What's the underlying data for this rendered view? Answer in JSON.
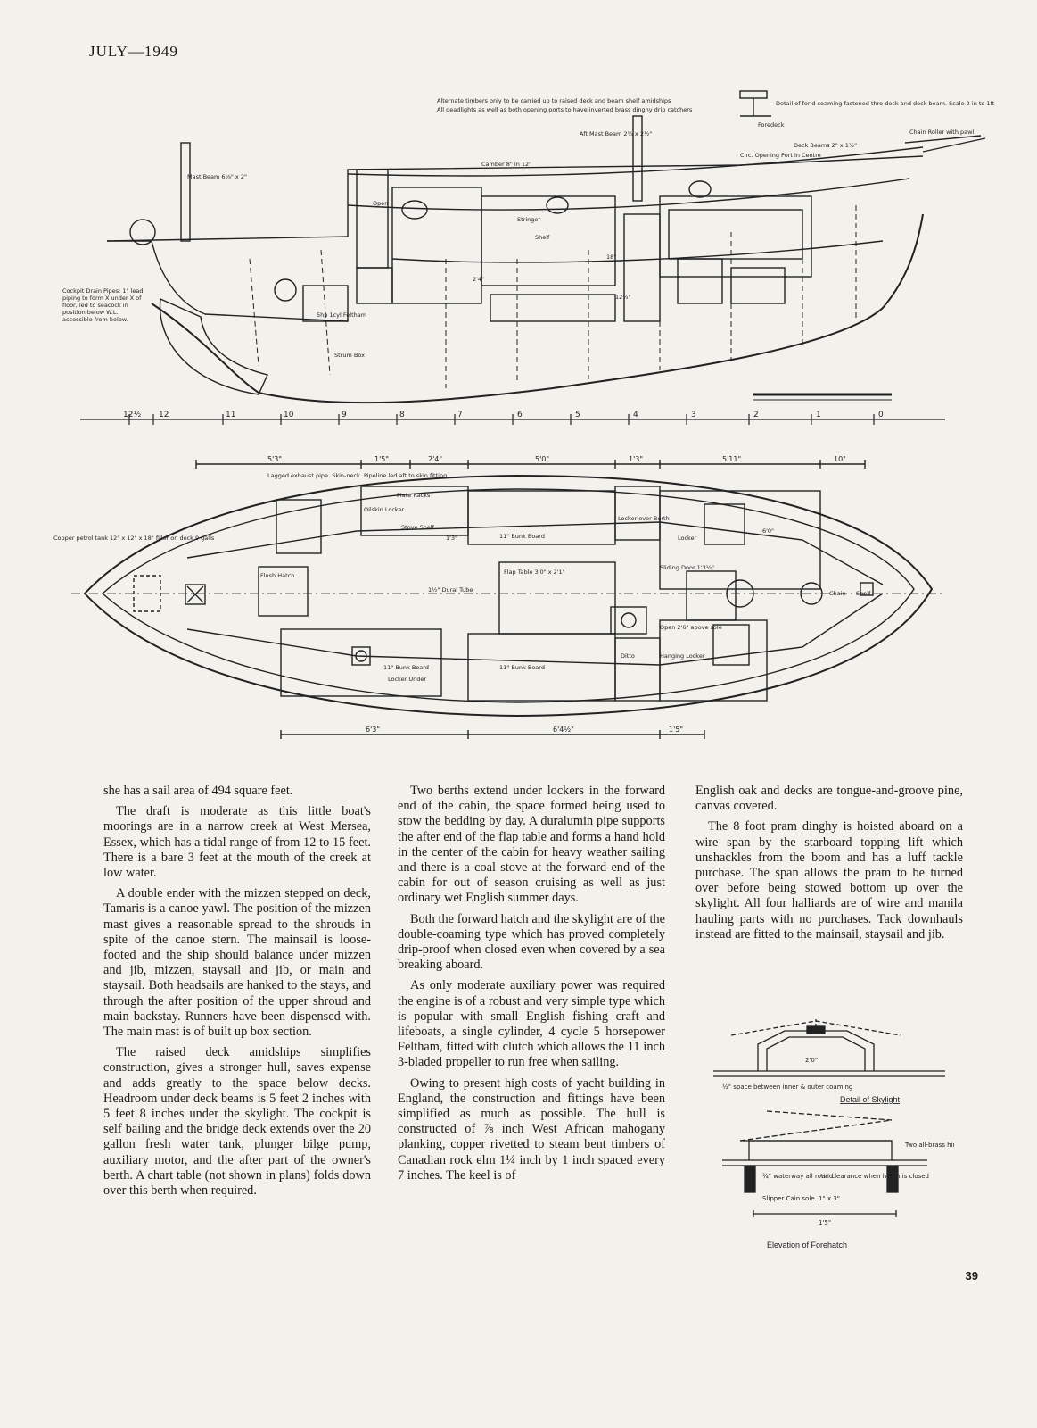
{
  "header": {
    "date": "JULY—1949"
  },
  "profile_drawing": {
    "note_a": "Alternate timbers only to be carried up to raised deck and beam shelf amidships",
    "note_b": "All deadlights as well as both opening ports to have inverted brass dinghy drip catchers",
    "labels": {
      "camber": "Camber 8\" in 12'",
      "mast_beam": "Mast Beam 6⅛\" x 2\"",
      "aft_mast_beam": "Aft Mast Beam 2¼ x 2½\"",
      "detail_ford": "Detail of for'd coaming fastened thro deck and deck beam. Scale 2 in to 1ft",
      "foredeck": "Foredeck",
      "chain_roller": "Chain Roller with pawl",
      "deck_beams": "Deck Beams 2\" x 1½\"",
      "opening_port": "Circ. Opening Port in Centre",
      "stringer": "Stringer",
      "shelf": "Shelf",
      "open": "Open",
      "feltham": "5hp 1cyl Feltham",
      "strum_box": "Strum Box",
      "cockpit_drain": "Cockpit Drain Pipes: 1\" lead piping to form X under X of floor, led to seacock in position below W.L., accessible from below.",
      "dim_2_4": "2'4\"",
      "dim_18": "18\"",
      "dim_12": "12¾\""
    },
    "station_labels": [
      "12½",
      "12",
      "11",
      "10",
      "9",
      "8",
      "7",
      "6",
      "5",
      "4",
      "3",
      "2",
      "1",
      "0"
    ]
  },
  "plan_drawing": {
    "dims_top": [
      "5'3\"",
      "1'5\"",
      "2'4\"",
      "5'0\"",
      "1'3\"",
      "5'11\"",
      "10\""
    ],
    "dims_bottom": [
      "6'3\"",
      "6'4½\"",
      "1'5\""
    ],
    "labels": {
      "exhaust": "Lagged exhaust pipe. Skin-neck. Pipeline led aft to skin fitting",
      "copper_tank": "Copper petrol tank 12\" x 12\" x 18\" filler on deck 9 galls",
      "oilskin": "Oilskin Locker",
      "plate_racks": "Plate Racks",
      "stove_shelf": "Stove Shelf",
      "bunk_board_top": "11\" Bunk Board",
      "bunk_board_bot1": "11\" Bunk Board",
      "bunk_board_bot2": "11\" Bunk Board",
      "locker_under": "Locker Under",
      "flush_hatch": "Flush Hatch",
      "flap_table": "Flap Table 3'0\" x 2'1\"",
      "dural_tube": "1½\" Dural Tube",
      "locker_over_berth": "Locker over Berth",
      "locker": "Locker",
      "sliding_door": "Sliding Door 1'3½\"",
      "chain": "Chain",
      "shelf": "Shelf",
      "ditto": "Ditto",
      "hanging_locker": "Hanging Locker",
      "open_above_sole": "Open 2'6\" above sole",
      "dim_6_0": "6'0\"",
      "dim_1_3": "1'3\""
    }
  },
  "skylight_drawing": {
    "caption": "Detail of Skylight",
    "note": "½\" space between inner & outer coaming",
    "dim": "2'0\""
  },
  "forehatch_drawing": {
    "caption": "Elevation of Forehatch",
    "two_hinges": "Two all-brass hinges",
    "waterway": "¾\" waterway all round",
    "clearance": "⅛\" clearance when hatch is closed",
    "slipper": "Slipper Cain sole. 1\" x 3\"",
    "dim": "1'5\""
  },
  "article": {
    "col1": [
      "she has a sail area of 494 square feet.",
      "The draft is moderate as this little boat's moorings are in a narrow creek at West Mersea, Essex, which has a tidal range of from 12 to 15 feet. There is a bare 3 feet at the mouth of the creek at low water.",
      "A double ender with the mizzen stepped on deck, Tamaris is a canoe yawl. The position of the mizzen mast gives a reasonable spread to the shrouds in spite of the canoe stern. The mainsail is loose-footed and the ship should balance under mizzen and jib, mizzen, staysail and jib, or main and staysail. Both headsails are hanked to the stays, and through the after position of the upper shroud and main backstay. Runners have been dispensed with. The main mast is of built up box section.",
      "The raised deck amidships simplifies construction, gives a stronger hull, saves expense and adds greatly to the space below decks. Headroom under deck beams is 5 feet 2 inches with 5 feet 8 inches under the skylight. The cockpit is self bailing and the bridge deck extends over the 20 gallon fresh water tank, plunger bilge pump, auxiliary motor, and the after part of the owner's berth. A chart table (not shown in plans) folds down over this berth when required."
    ],
    "col2": [
      "Two berths extend under lockers in the forward end of the cabin, the space formed being used to stow the bedding by day. A duralumin pipe supports the after end of the flap table and forms a hand hold in the center of the cabin for heavy weather sailing and there is a coal stove at the forward end of the cabin for out of season cruising as well as just ordinary wet English summer days.",
      "Both the forward hatch and the skylight are of the double-coaming type which has proved completely drip-proof when closed even when covered by a sea breaking aboard.",
      "As only moderate auxiliary power was required the engine is of a robust and very simple type which is popular with small English fishing craft and lifeboats, a single cylinder, 4 cycle 5 horsepower Feltham, fitted with clutch which allows the 11 inch 3-bladed propeller to run free when sailing.",
      "Owing to present high costs of yacht building in England, the construction and fittings have been simplified as much as possible. The hull is constructed of ⅞ inch West African mahogany planking, copper rivetted to steam bent timbers of Canadian rock elm 1¼ inch by 1 inch spaced every 7 inches. The keel is of"
    ],
    "col3": [
      "English oak and decks are tongue-and-groove pine, canvas covered.",
      "The 8 foot pram dinghy is hoisted aboard on a wire span by the starboard topping lift which unshackles from the boom and has a luff tackle purchase. The span allows the pram to be turned over before being stowed bottom up over the skylight. All four halliards are of wire and manila hauling parts with no purchases. Tack downhauls instead are fitted to the mainsail, staysail and jib."
    ]
  },
  "page_number": "39"
}
